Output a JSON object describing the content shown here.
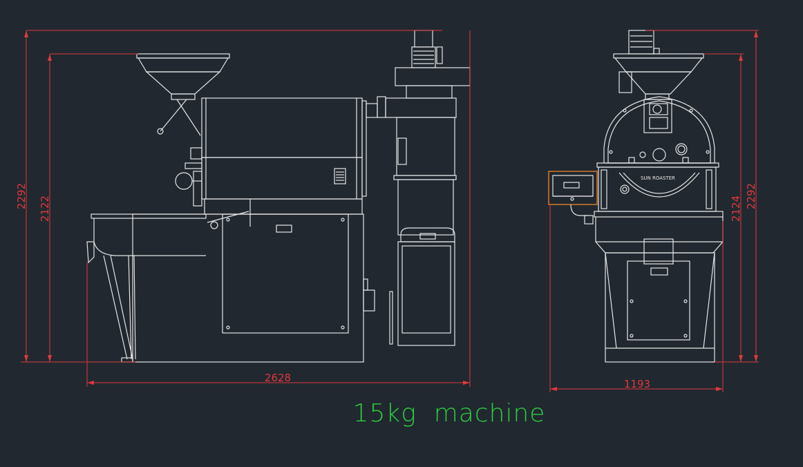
{
  "drawing": {
    "caption": "15kg  machine",
    "side_view": {
      "overall_height": "2292",
      "body_height": "2122",
      "overall_length": "2628"
    },
    "front_view": {
      "body_height": "2124",
      "overall_height": "2292",
      "overall_width": "1193",
      "brand_label": "SUN ROASTER"
    },
    "colors": {
      "background": "#212830",
      "linework": "#e6e6e6",
      "dimension": "#e0383e",
      "caption": "#2ecc40",
      "highlight": "#c8742a"
    }
  }
}
